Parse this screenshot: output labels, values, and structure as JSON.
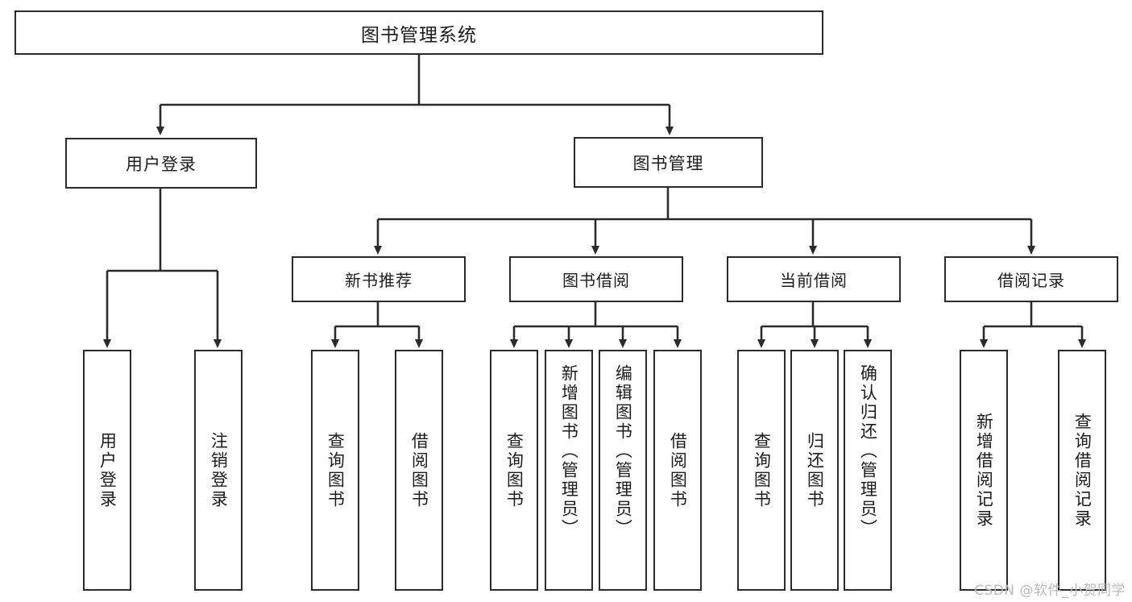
{
  "diagram": {
    "type": "tree",
    "title": "图书管理系统",
    "watermark": "CSDN @软件_小贺同学",
    "colors": {
      "box_border": "#2b2b2b",
      "box_fill": "#ffffff",
      "text": "#1d1d1d",
      "connector": "#2b2b2b",
      "background": "#ffffff",
      "watermark": "#b9b9b9"
    },
    "nodes": {
      "root": {
        "label": "图书管理系统"
      },
      "level2": [
        {
          "label": "用户登录"
        },
        {
          "label": "图书管理"
        }
      ],
      "level3": [
        {
          "label": "新书推荐"
        },
        {
          "label": "图书借阅"
        },
        {
          "label": "当前借阅"
        },
        {
          "label": "借阅记录"
        }
      ],
      "leaves": {
        "user_login": [
          {
            "label": "用户登录"
          },
          {
            "label": "注销登录"
          }
        ],
        "new_book": [
          {
            "label": "查询图书"
          },
          {
            "label": "借阅图书"
          }
        ],
        "book_borrow": [
          {
            "label": "查询图书"
          },
          {
            "label": "新增图书（管理员）"
          },
          {
            "label": "编辑图书（管理员）"
          },
          {
            "label": "借阅图书"
          }
        ],
        "current_borrow": [
          {
            "label": "查询图书"
          },
          {
            "label": "归还图书"
          },
          {
            "label": "确认归还（管理员）"
          }
        ],
        "borrow_record": [
          {
            "label": "新增借阅记录"
          },
          {
            "label": "查询借阅记录"
          }
        ]
      }
    }
  }
}
